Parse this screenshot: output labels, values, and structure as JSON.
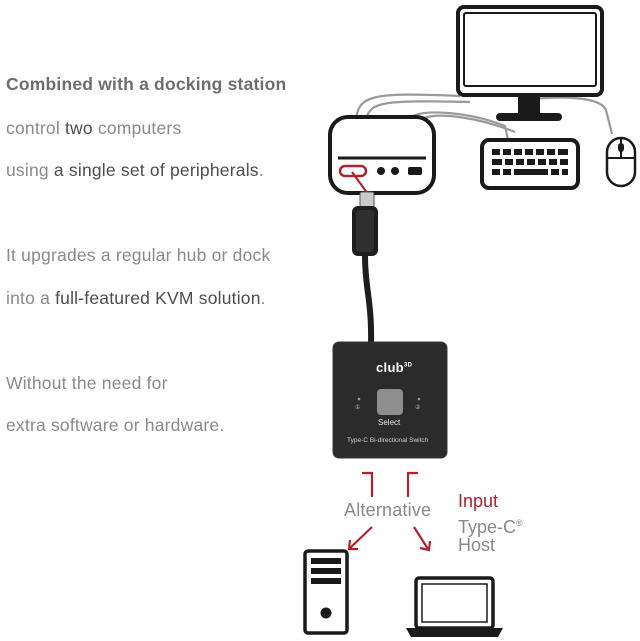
{
  "text": {
    "headline": "Combined with a docking station",
    "line2": {
      "a": "control ",
      "b": "two",
      "c": " computers"
    },
    "line3": {
      "a": "using ",
      "b": "a single set of peripherals",
      "c": "."
    },
    "line4": "It upgrades a regular hub or dock",
    "line5": {
      "a": "into a ",
      "b": "full-featured KVM solution",
      "c": "."
    },
    "line6": "Without the need for",
    "line7": "extra software or hardware."
  },
  "device": {
    "logo": "club",
    "logo_sup": "3D",
    "select_label": "Select",
    "port1": "①",
    "port2": "②",
    "caption": "Type-C Bi-directional Switch"
  },
  "labels": {
    "alternative": "Alternative",
    "input": "Input",
    "type_c": "Type-C",
    "reg_mark": "®",
    "host": "Host"
  },
  "colors": {
    "accent_red": "#b02230",
    "device_body": "#2b2b2b",
    "outline": "#1a1a1a"
  }
}
